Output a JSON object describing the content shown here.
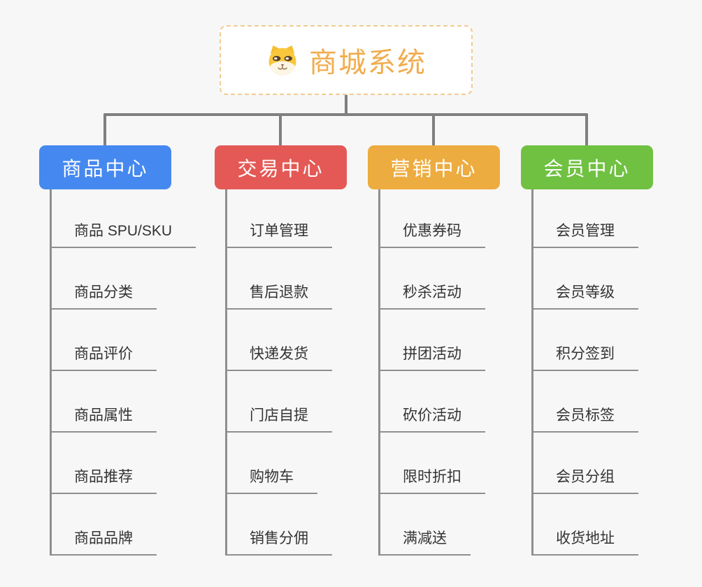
{
  "canvas": {
    "background": "#f7f7f7",
    "connector_color": "#7f7f7f"
  },
  "root": {
    "title": "商城系统",
    "icon": "shiba-dog-icon",
    "text_color": "#f0ad4e",
    "border_color": "#f3cb90",
    "background": "#ffffff"
  },
  "branches": [
    {
      "label": "商品中心",
      "color": "#4589f0",
      "items": [
        "商品 SPU/SKU",
        "商品分类",
        "商品评价",
        "商品属性",
        "商品推荐",
        "商品品牌"
      ]
    },
    {
      "label": "交易中心",
      "color": "#e45955",
      "items": [
        "订单管理",
        "售后退款",
        "快递发货",
        "门店自提",
        "购物车",
        "销售分佣"
      ]
    },
    {
      "label": "营销中心",
      "color": "#edac3f",
      "items": [
        "优惠券码",
        "秒杀活动",
        "拼团活动",
        "砍价活动",
        "限时折扣",
        "满减送"
      ]
    },
    {
      "label": "会员中心",
      "color": "#70c142",
      "items": [
        "会员管理",
        "会员等级",
        "积分签到",
        "会员标签",
        "会员分组",
        "收货地址"
      ]
    }
  ]
}
